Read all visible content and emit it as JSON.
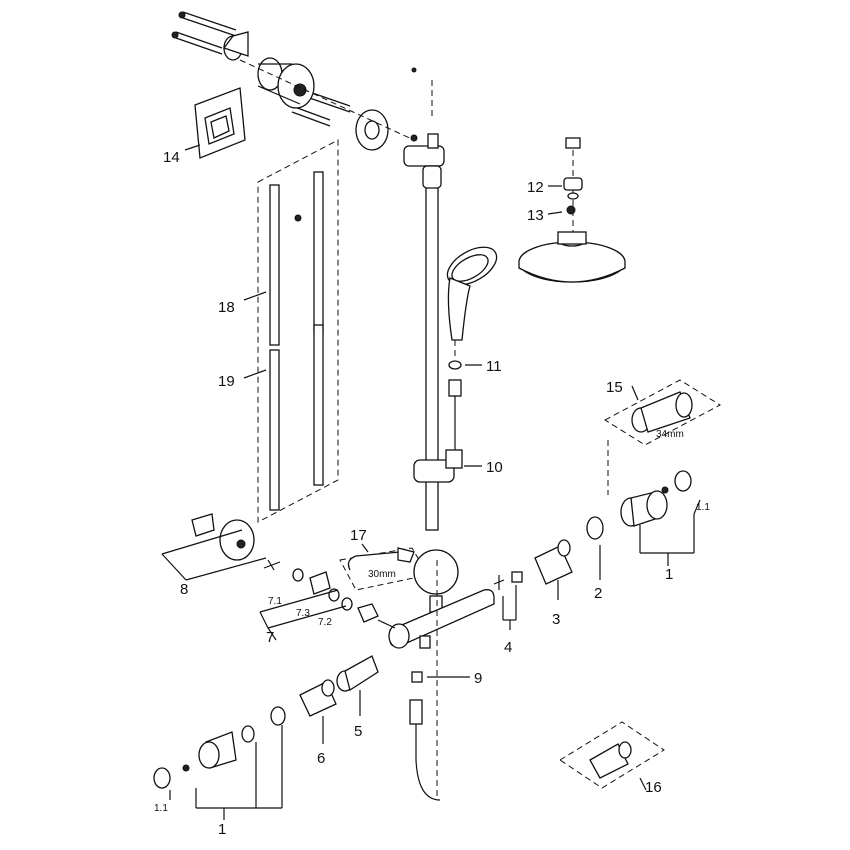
{
  "labels": {
    "p1a": "1",
    "p1b": "1",
    "p1_1a": "1.1",
    "p1_1b": "1.1",
    "p2": "2",
    "p3": "3",
    "p4": "4",
    "p5": "5",
    "p6": "6",
    "p7": "7",
    "p7_1": "7.1",
    "p7_2": "7.2",
    "p7_3": "7.3",
    "p8": "8",
    "p9": "9",
    "p10": "10",
    "p11": "11",
    "p12": "12",
    "p13": "13",
    "p14": "14",
    "p15": "15",
    "p16": "16",
    "p17": "17",
    "p18": "18",
    "p19": "19",
    "dim17": "30mm",
    "dim15": "34mm"
  }
}
